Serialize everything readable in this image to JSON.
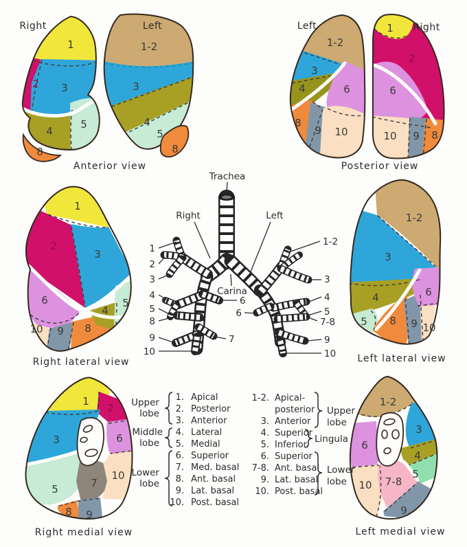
{
  "title": "Bronchopulmonary segments diagram",
  "palette": {
    "yellow": "#F1E73B",
    "crimson": "#D01069",
    "blue": "#2FA6DA",
    "olive": "#A89F25",
    "olive_dark": "#97941C",
    "mint": "#C7EBD5",
    "green": "#8FE0AE",
    "orange": "#F08A3C",
    "tan": "#CDAA72",
    "orchid": "#DD92DF",
    "peach": "#FBDFC2",
    "slate": "#8197A9",
    "gray": "#8E857B",
    "pink": "#F6B6C7",
    "outline": "#33291f"
  },
  "nums": {
    "n1": "1",
    "n2": "2",
    "n3": "3",
    "n4": "4",
    "n5": "5",
    "n6": "6",
    "n7": "7",
    "n8": "8",
    "n9": "9",
    "n10": "10",
    "n12": "1-2",
    "n78": "7-8"
  },
  "labels": {
    "right": "Right",
    "left": "Left"
  },
  "captions": {
    "anterior": "Anterior view",
    "posterior": "Posterior view",
    "right_lateral": "Right lateral view",
    "left_lateral": "Left lateral view",
    "right_medial": "Right medial view",
    "left_medial": "Left medial view"
  },
  "tree": {
    "trachea": "Trachea",
    "right": "Right",
    "left": "Left",
    "carina": "Carina",
    "left_column": [
      "1",
      "2",
      "3",
      "4",
      "5",
      "8",
      "9",
      "10"
    ],
    "right_column": [
      "1-2",
      "3",
      "4",
      "5",
      "7-8",
      "9",
      "10"
    ]
  },
  "legend": {
    "right_lung": {
      "lobes": [
        {
          "line1": "Upper",
          "line2": "lobe"
        },
        {
          "line1": "Middle",
          "line2": "lobe"
        },
        {
          "line1": "Lower",
          "line2": "lobe"
        }
      ],
      "items": [
        {
          "num": "1.",
          "name": "Apical"
        },
        {
          "num": "2.",
          "name": "Posterior"
        },
        {
          "num": "3.",
          "name": "Anterior"
        },
        {
          "num": "4.",
          "name": "Lateral"
        },
        {
          "num": "5.",
          "name": "Medial"
        },
        {
          "num": "6.",
          "name": "Superior"
        },
        {
          "num": "7.",
          "name": "Med. basal"
        },
        {
          "num": "8.",
          "name": "Ant. basal"
        },
        {
          "num": "9.",
          "name": "Lat. basal"
        },
        {
          "num": "10.",
          "name": "Post. basal"
        }
      ]
    },
    "left_lung": {
      "lobes": [
        {
          "line1": "Upper",
          "line2": "lobe"
        },
        {
          "line1": "Lower",
          "line2": "lobe"
        }
      ],
      "lingula": "Lingula",
      "items": [
        {
          "num": "1-2.",
          "name": "Apical-",
          "name2": "posterior"
        },
        {
          "num": "3.",
          "name": "Anterior"
        },
        {
          "num": "4.",
          "name": "Superior"
        },
        {
          "num": "5.",
          "name": "Inferior"
        },
        {
          "num": "6.",
          "name": "Superior"
        },
        {
          "num": "7-8.",
          "name": "Ant. basal"
        },
        {
          "num": "9.",
          "name": "Lat. basal"
        },
        {
          "num": "10.",
          "name": "Post. basal"
        }
      ]
    }
  }
}
